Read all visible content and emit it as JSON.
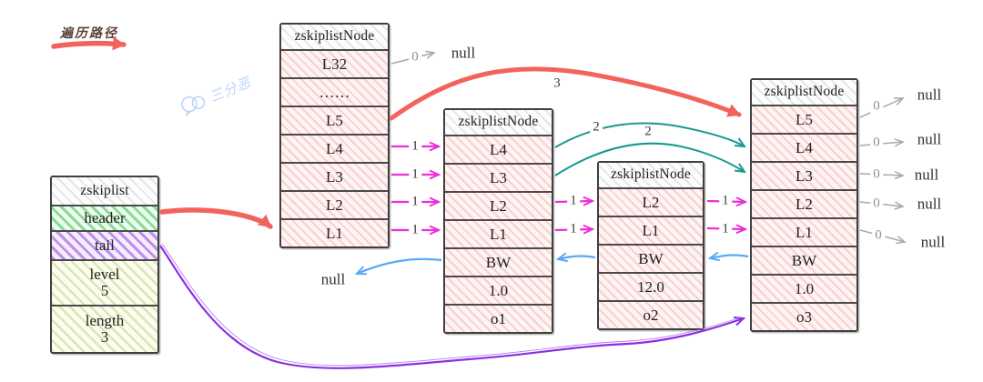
{
  "legend": {
    "label": "遍历路径"
  },
  "watermark": {
    "label": "三分恶"
  },
  "skiplist": {
    "title": "zskiplist",
    "header_label": "header",
    "tail_label": "tail",
    "level_label": "level",
    "level_value": "5",
    "length_label": "length",
    "length_value": "3"
  },
  "nodes": [
    {
      "title": "zskiplistNode",
      "rows": [
        "L32",
        "……",
        "L5",
        "L4",
        "L3",
        "L2",
        "L1"
      ]
    },
    {
      "title": "zskiplistNode",
      "rows": [
        "L4",
        "L3",
        "L2",
        "L1",
        "BW",
        "1.0",
        "o1"
      ]
    },
    {
      "title": "zskiplistNode",
      "rows": [
        "L2",
        "L1",
        "BW",
        "12.0",
        "o2"
      ]
    },
    {
      "title": "zskiplistNode",
      "rows": [
        "L5",
        "L4",
        "L3",
        "L2",
        "L1",
        "BW",
        "1.0",
        "o3"
      ]
    }
  ],
  "labels": {
    "null": "null",
    "zero": "0",
    "one": "1",
    "two": "2",
    "three": "3"
  },
  "colors": {
    "traversal_arrow": "#f2635c",
    "span_arrow_magenta": "#ec2fd6",
    "span_arrow_teal": "#18998e",
    "backward_arrow": "#5aa9f7",
    "tail_arrow": "#8b2fe0",
    "null_arrow": "#a8a8a8"
  }
}
